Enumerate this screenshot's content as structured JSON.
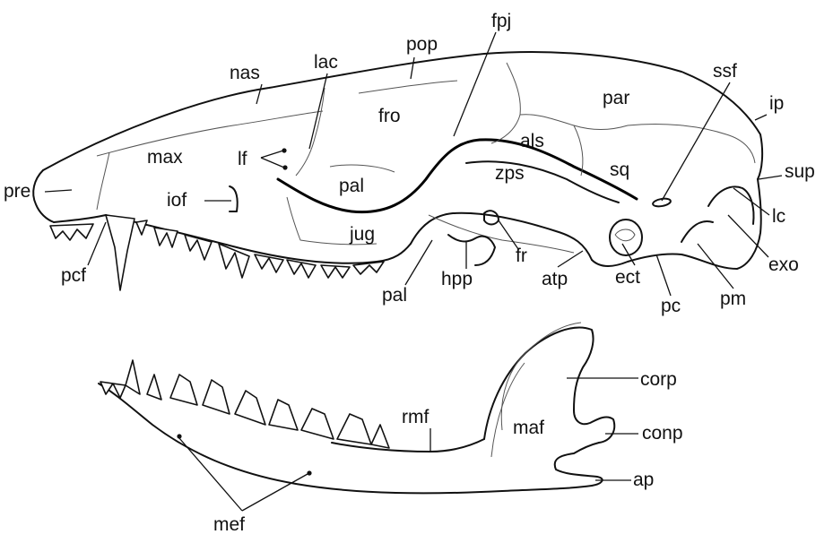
{
  "figure": {
    "skull_labels": {
      "pop": "pop",
      "fpj": "fpj",
      "nas": "nas",
      "lac": "lac",
      "ssf": "ssf",
      "par": "par",
      "ip": "ip",
      "fro": "fro",
      "max": "max",
      "lf": "lf",
      "als": "als",
      "sup": "sup",
      "pre": "pre",
      "zps": "zps",
      "sq": "sq",
      "pal_upper": "pal",
      "iof": "iof",
      "lc": "lc",
      "jug": "jug",
      "exo": "exo",
      "pcf": "pcf",
      "fr": "fr",
      "hpp": "hpp",
      "atp": "atp",
      "ect": "ect",
      "pal_lower": "pal",
      "pm": "pm",
      "pc": "pc"
    },
    "mandible_labels": {
      "corp": "corp",
      "rmf": "rmf",
      "maf": "maf",
      "conp": "conp",
      "ap": "ap",
      "mef": "mef"
    }
  }
}
